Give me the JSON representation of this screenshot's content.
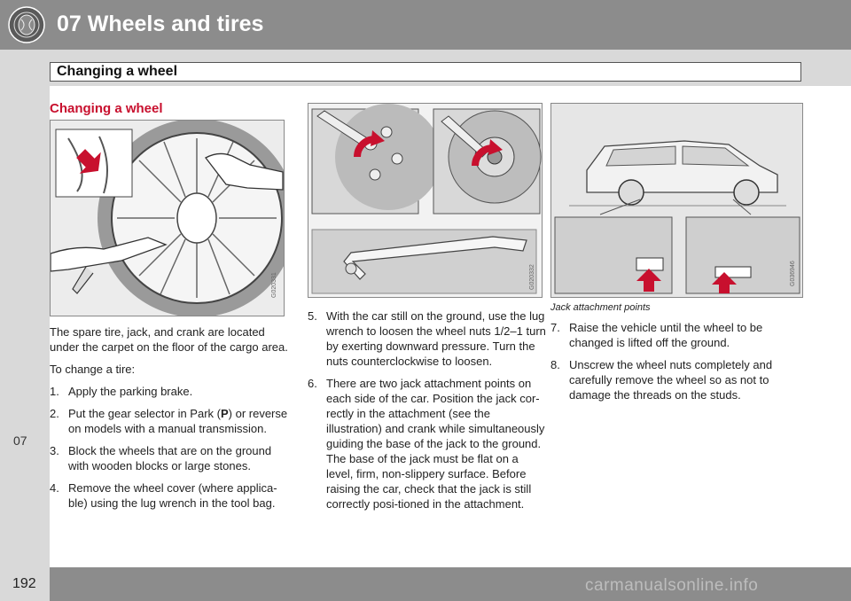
{
  "header": {
    "title": "07 Wheels and tires",
    "logo_icon": "volvo-logo"
  },
  "subheader": {
    "title": "Changing a wheel"
  },
  "sidebar": {
    "chapter": "07"
  },
  "footer": {
    "page_number": "192",
    "watermark": "carmanualsonline.info"
  },
  "section": {
    "heading": "Changing a wheel"
  },
  "figures": {
    "fig1": {
      "code": "G020331",
      "icon": "wheel-cover-removal-illustration"
    },
    "fig2": {
      "code": "G020332",
      "icon": "lug-wrench-illustration"
    },
    "fig3": {
      "code": "G036946",
      "icon": "jack-attachment-illustration",
      "caption": "Jack attachment points"
    }
  },
  "col1": {
    "intro": "The spare tire, jack, and crank are located under the carpet on the floor of the cargo area.",
    "lead": "To change a tire:",
    "steps": [
      {
        "num": "1.",
        "text": "Apply the parking brake."
      },
      {
        "num": "2.",
        "pre": "Put the gear selector in Park (",
        "bold": "P",
        "post": ") or reverse on models with a manual transmission."
      },
      {
        "num": "3.",
        "text": "Block the wheels that are on the ground with wooden blocks or large stones."
      },
      {
        "num": "4.",
        "text": "Remove the wheel cover (where applica-ble) using the lug wrench in the tool bag."
      }
    ]
  },
  "col2": {
    "steps": [
      {
        "num": "5.",
        "text": "With the car still on the ground, use the lug wrench to loosen the wheel nuts 1/2–1 turn by exerting downward pressure. Turn the nuts counterclockwise to loosen."
      },
      {
        "num": "6.",
        "text": "There are two jack attachment points on each side of the car. Position the jack cor-rectly in the attachment (see the illustration) and crank while simultaneously guiding the base of the jack to the ground. The base of the jack must be flat on a level, firm, non-slippery surface. Before raising the car, check that the jack is still correctly posi-tioned in the attachment."
      }
    ]
  },
  "col3": {
    "steps": [
      {
        "num": "7.",
        "text": "Raise the vehicle until the wheel to be changed is lifted off the ground."
      },
      {
        "num": "8.",
        "text": "Unscrew the wheel nuts completely and carefully remove the wheel so as not to damage the threads on the studs."
      }
    ]
  },
  "colors": {
    "accent": "#c8102e",
    "header": "#8c8c8c",
    "panel": "#d9d9d9"
  }
}
